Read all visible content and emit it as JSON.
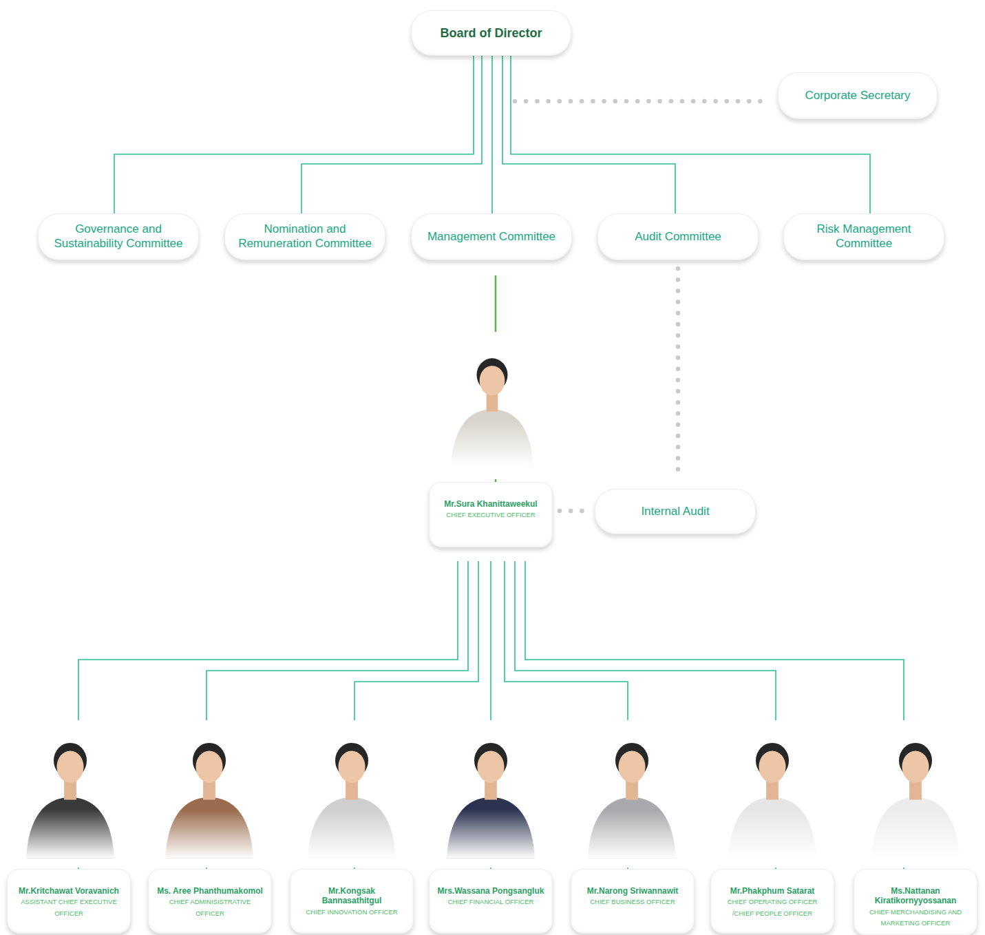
{
  "diagram": {
    "nodes": [
      {
        "text": [
          "Board of Director"
        ]
      },
      {
        "text": [
          "Corporate Secretary"
        ]
      },
      {
        "text": [
          "Governance and Sustainability Committee"
        ]
      },
      {
        "text": [
          "Nomination and Remuneration Committee"
        ]
      },
      {
        "text": [
          "Management Committee"
        ]
      },
      {
        "text": [
          "Audit Committee"
        ]
      },
      {
        "text": [
          "Risk Management Committee"
        ]
      },
      {
        "text": [
          "Mr.Sura Khanittaweekul",
          "CHIEF EXECUTIVE OFFICER"
        ]
      },
      {
        "text": [
          "Internal Audit"
        ]
      },
      {
        "text": [
          "Mr.Kritchawat Voravanich",
          "ASSISTANT CHIEF EXECUTIVE OFFICER"
        ]
      },
      {
        "text": [
          "Ms. Aree Phanthumakomol",
          "CHIEF ADMINISISTRATIVE OFFICER"
        ]
      },
      {
        "text": [
          "Mr.Kongsak Bannasathitgul",
          "CHIEF INNOVATION OFFICER"
        ]
      },
      {
        "text": [
          "Mrs.Wassana Pongsangluk",
          "CHIEF FINANCIAL OFFICER"
        ]
      },
      {
        "text": [
          "Mr.Narong Sriwannawit",
          "CHIEF BUSINESS OFFICER"
        ]
      },
      {
        "text": [
          "Mr.Phakphum Satarat",
          "CHIEF OPERATING OFFICER /CHIEF PEOPLE OFFICER"
        ]
      },
      {
        "text": [
          "Ms.Nattanan Kiratikornyyossanan",
          "CHIEF MERCHANDISING AND MARKETING OFFICER"
        ]
      }
    ],
    "edges": [
      {
        "from": 0,
        "to": 1,
        "arrow": "none"
      },
      {
        "from": 0,
        "to": 2,
        "arrow": "none"
      },
      {
        "from": 0,
        "to": 3,
        "arrow": "none"
      },
      {
        "from": 0,
        "to": 4,
        "arrow": "none"
      },
      {
        "from": 0,
        "to": 5,
        "arrow": "none"
      },
      {
        "from": 0,
        "to": 6,
        "arrow": "none"
      },
      {
        "from": 4,
        "to": 7,
        "arrow": "none"
      },
      {
        "from": 5,
        "to": 8,
        "arrow": "none"
      },
      {
        "from": 7,
        "to": 8,
        "arrow": "none"
      },
      {
        "from": 7,
        "to": 9,
        "arrow": "none"
      },
      {
        "from": 7,
        "to": 10,
        "arrow": "none"
      },
      {
        "from": 7,
        "to": 11,
        "arrow": "none"
      },
      {
        "from": 7,
        "to": 12,
        "arrow": "none"
      },
      {
        "from": 7,
        "to": 13,
        "arrow": "none"
      },
      {
        "from": 7,
        "to": 14,
        "arrow": "none"
      },
      {
        "from": 7,
        "to": 15,
        "arrow": "none"
      }
    ]
  }
}
